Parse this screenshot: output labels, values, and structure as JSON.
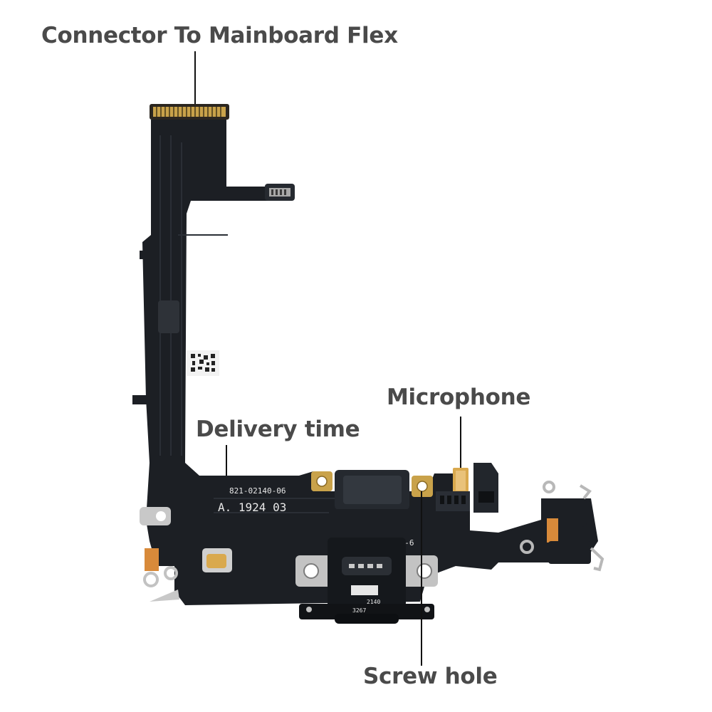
{
  "callouts": {
    "connector": "Connector To Mainboard Flex",
    "microphone": "Microphone",
    "delivery": "Delivery time",
    "screw": "Screw hole"
  },
  "board_print": {
    "part_number": "821-02140-06",
    "date_code": "A. 1924 03",
    "edge_code": "30-6",
    "port_code_1": "2140",
    "port_code_2": "3267"
  },
  "colors": {
    "flex": "#1b1e22",
    "connector_gold": "#c9a24a",
    "bracket_steel": "#c8c8c8",
    "callout_text": "#4a4a4a"
  }
}
